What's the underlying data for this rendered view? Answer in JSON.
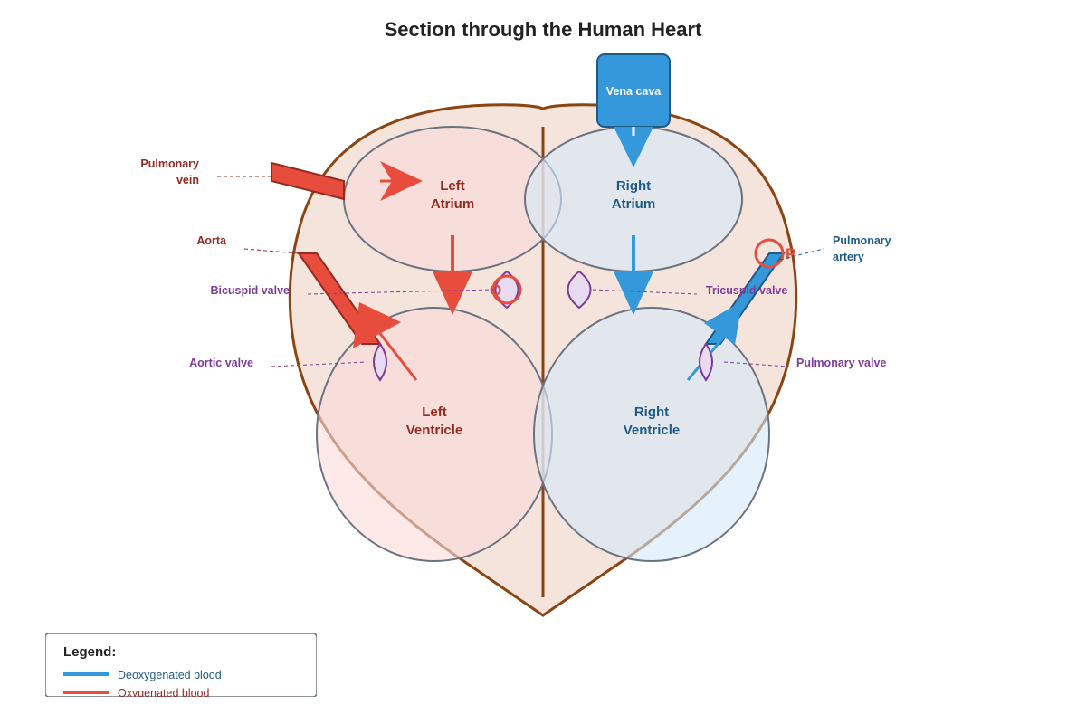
{
  "title": "Section through the Human Heart",
  "chambers": {
    "left_atrium": [
      "Left",
      "Atrium"
    ],
    "right_atrium": [
      "Right",
      "Atrium"
    ],
    "left_ventricle": [
      "Left",
      "Ventricle"
    ],
    "right_ventricle": [
      "Right",
      "Ventricle"
    ]
  },
  "vessels": {
    "vena_cava": "Vena cava",
    "pulmonary_vein": [
      "Pulmonary",
      "vein"
    ],
    "aorta": "Aorta",
    "pulmonary_artery": [
      "Pulmonary",
      "artery"
    ]
  },
  "valves": {
    "bicuspid": "Bicuspid valve",
    "tricuspid": "Tricuspid valve",
    "aortic": "Aortic valve",
    "pulmonary": "Pulmonary valve"
  },
  "markers": {
    "q": "Q",
    "p": "P"
  },
  "legend": {
    "title": "Legend:",
    "items": [
      {
        "label": "Deoxygenated blood",
        "color": "#3498db",
        "text_color": "#1f5a85"
      },
      {
        "label": "Oxygenated blood",
        "color": "#e74c3c",
        "text_color": "#922b21"
      }
    ]
  },
  "colors": {
    "heart_fill": "#f5e4dc",
    "heart_outline": "#8b4513",
    "oxygenated": "#e74c3c",
    "deoxygenated": "#3498db",
    "left_label": "#922b21",
    "right_label": "#1f5a85",
    "valve": "#7d3c98",
    "valve_fill": "#e8daef"
  }
}
